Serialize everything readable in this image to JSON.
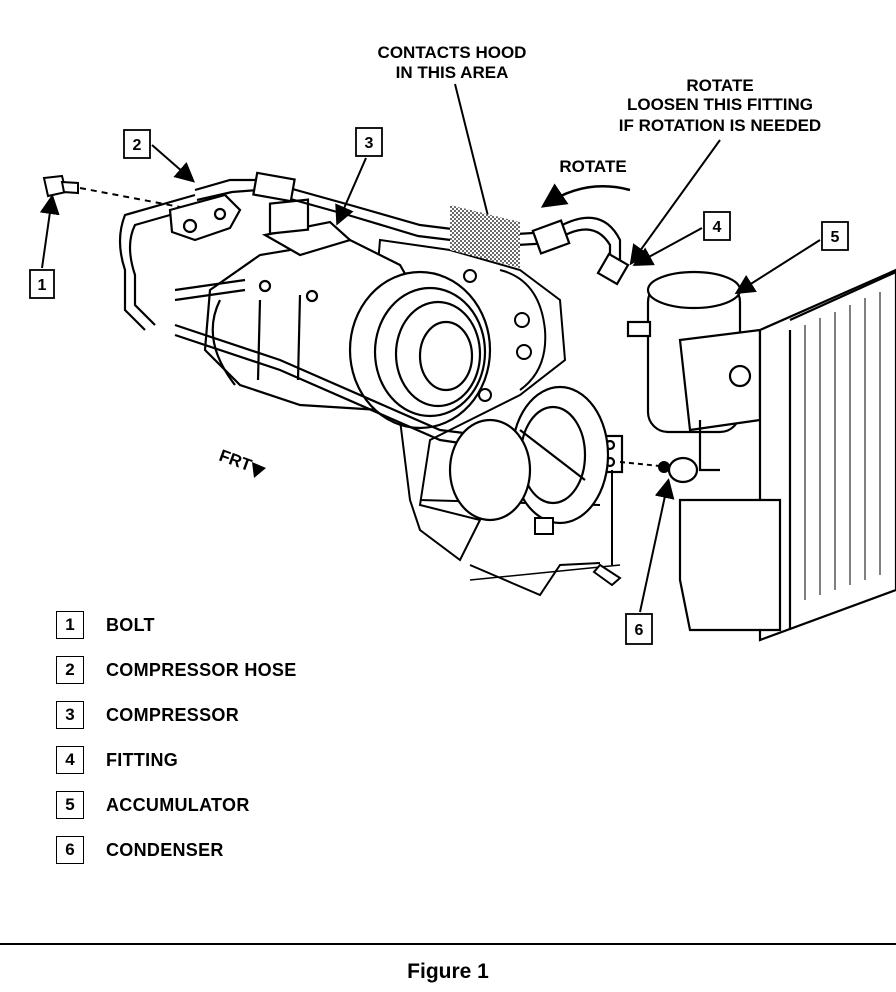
{
  "callouts": {
    "hood": [
      "CONTACTS HOOD",
      "IN THIS AREA"
    ],
    "rotate_fitting": [
      "ROTATE",
      "LOOSEN THIS FITTING",
      "IF ROTATION IS NEEDED"
    ],
    "rotate_arrow": "ROTATE",
    "front": "FRT"
  },
  "markers": [
    "1",
    "2",
    "3",
    "4",
    "5",
    "6"
  ],
  "legend": [
    {
      "num": "1",
      "label": "BOLT"
    },
    {
      "num": "2",
      "label": "COMPRESSOR HOSE"
    },
    {
      "num": "3",
      "label": "COMPRESSOR"
    },
    {
      "num": "4",
      "label": "FITTING"
    },
    {
      "num": "5",
      "label": "ACCUMULATOR"
    },
    {
      "num": "6",
      "label": "CONDENSER"
    }
  ],
  "caption": "Figure 1"
}
